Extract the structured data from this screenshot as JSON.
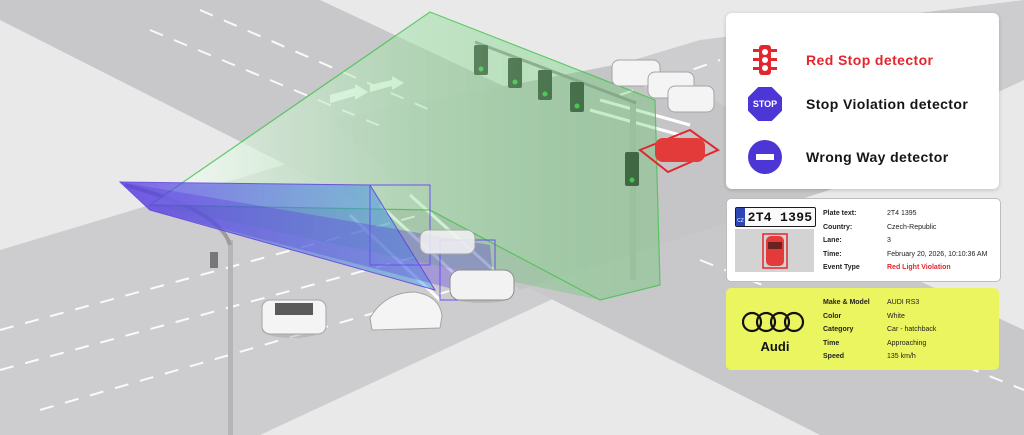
{
  "detectors": [
    {
      "label": "Red Stop detector",
      "icon": "traffic-light-icon",
      "color": "#e3262e"
    },
    {
      "label": "Stop Violation detector",
      "icon": "stop-sign-icon",
      "color": "#4d36d6",
      "icon_text": "STOP"
    },
    {
      "label": "Wrong Way detector",
      "icon": "no-entry-icon",
      "color": "#4d36d6"
    }
  ],
  "plate_card": {
    "plate_number": "2T4 1395",
    "rows": [
      {
        "key": "Plate text:",
        "value": "2T4 1395"
      },
      {
        "key": "Country:",
        "value": "Czech-Republic"
      },
      {
        "key": "Lane:",
        "value": "3"
      },
      {
        "key": "Time:",
        "value": "February 20, 2026, 10:10:36 AM"
      },
      {
        "key": "Event Type",
        "value": "Red Light Violation"
      }
    ],
    "event_color": "#e3262e"
  },
  "make_card": {
    "brand": "Audi",
    "rows": [
      {
        "key": "Make & Model",
        "value": "AUDI RS3"
      },
      {
        "key": "Color",
        "value": "White"
      },
      {
        "key": "Category",
        "value": "Car - hatchback"
      },
      {
        "key": "Time",
        "value": "Approaching"
      },
      {
        "key": "Speed",
        "value": "135 km/h"
      }
    ],
    "background": "#ebf55f"
  },
  "colors": {
    "road": "#c9c9cb",
    "ground": "#e9e9ea",
    "detection_green": "#3fc34a",
    "detection_violet": "#5b3ce0",
    "violation_red": "#e3262e"
  }
}
